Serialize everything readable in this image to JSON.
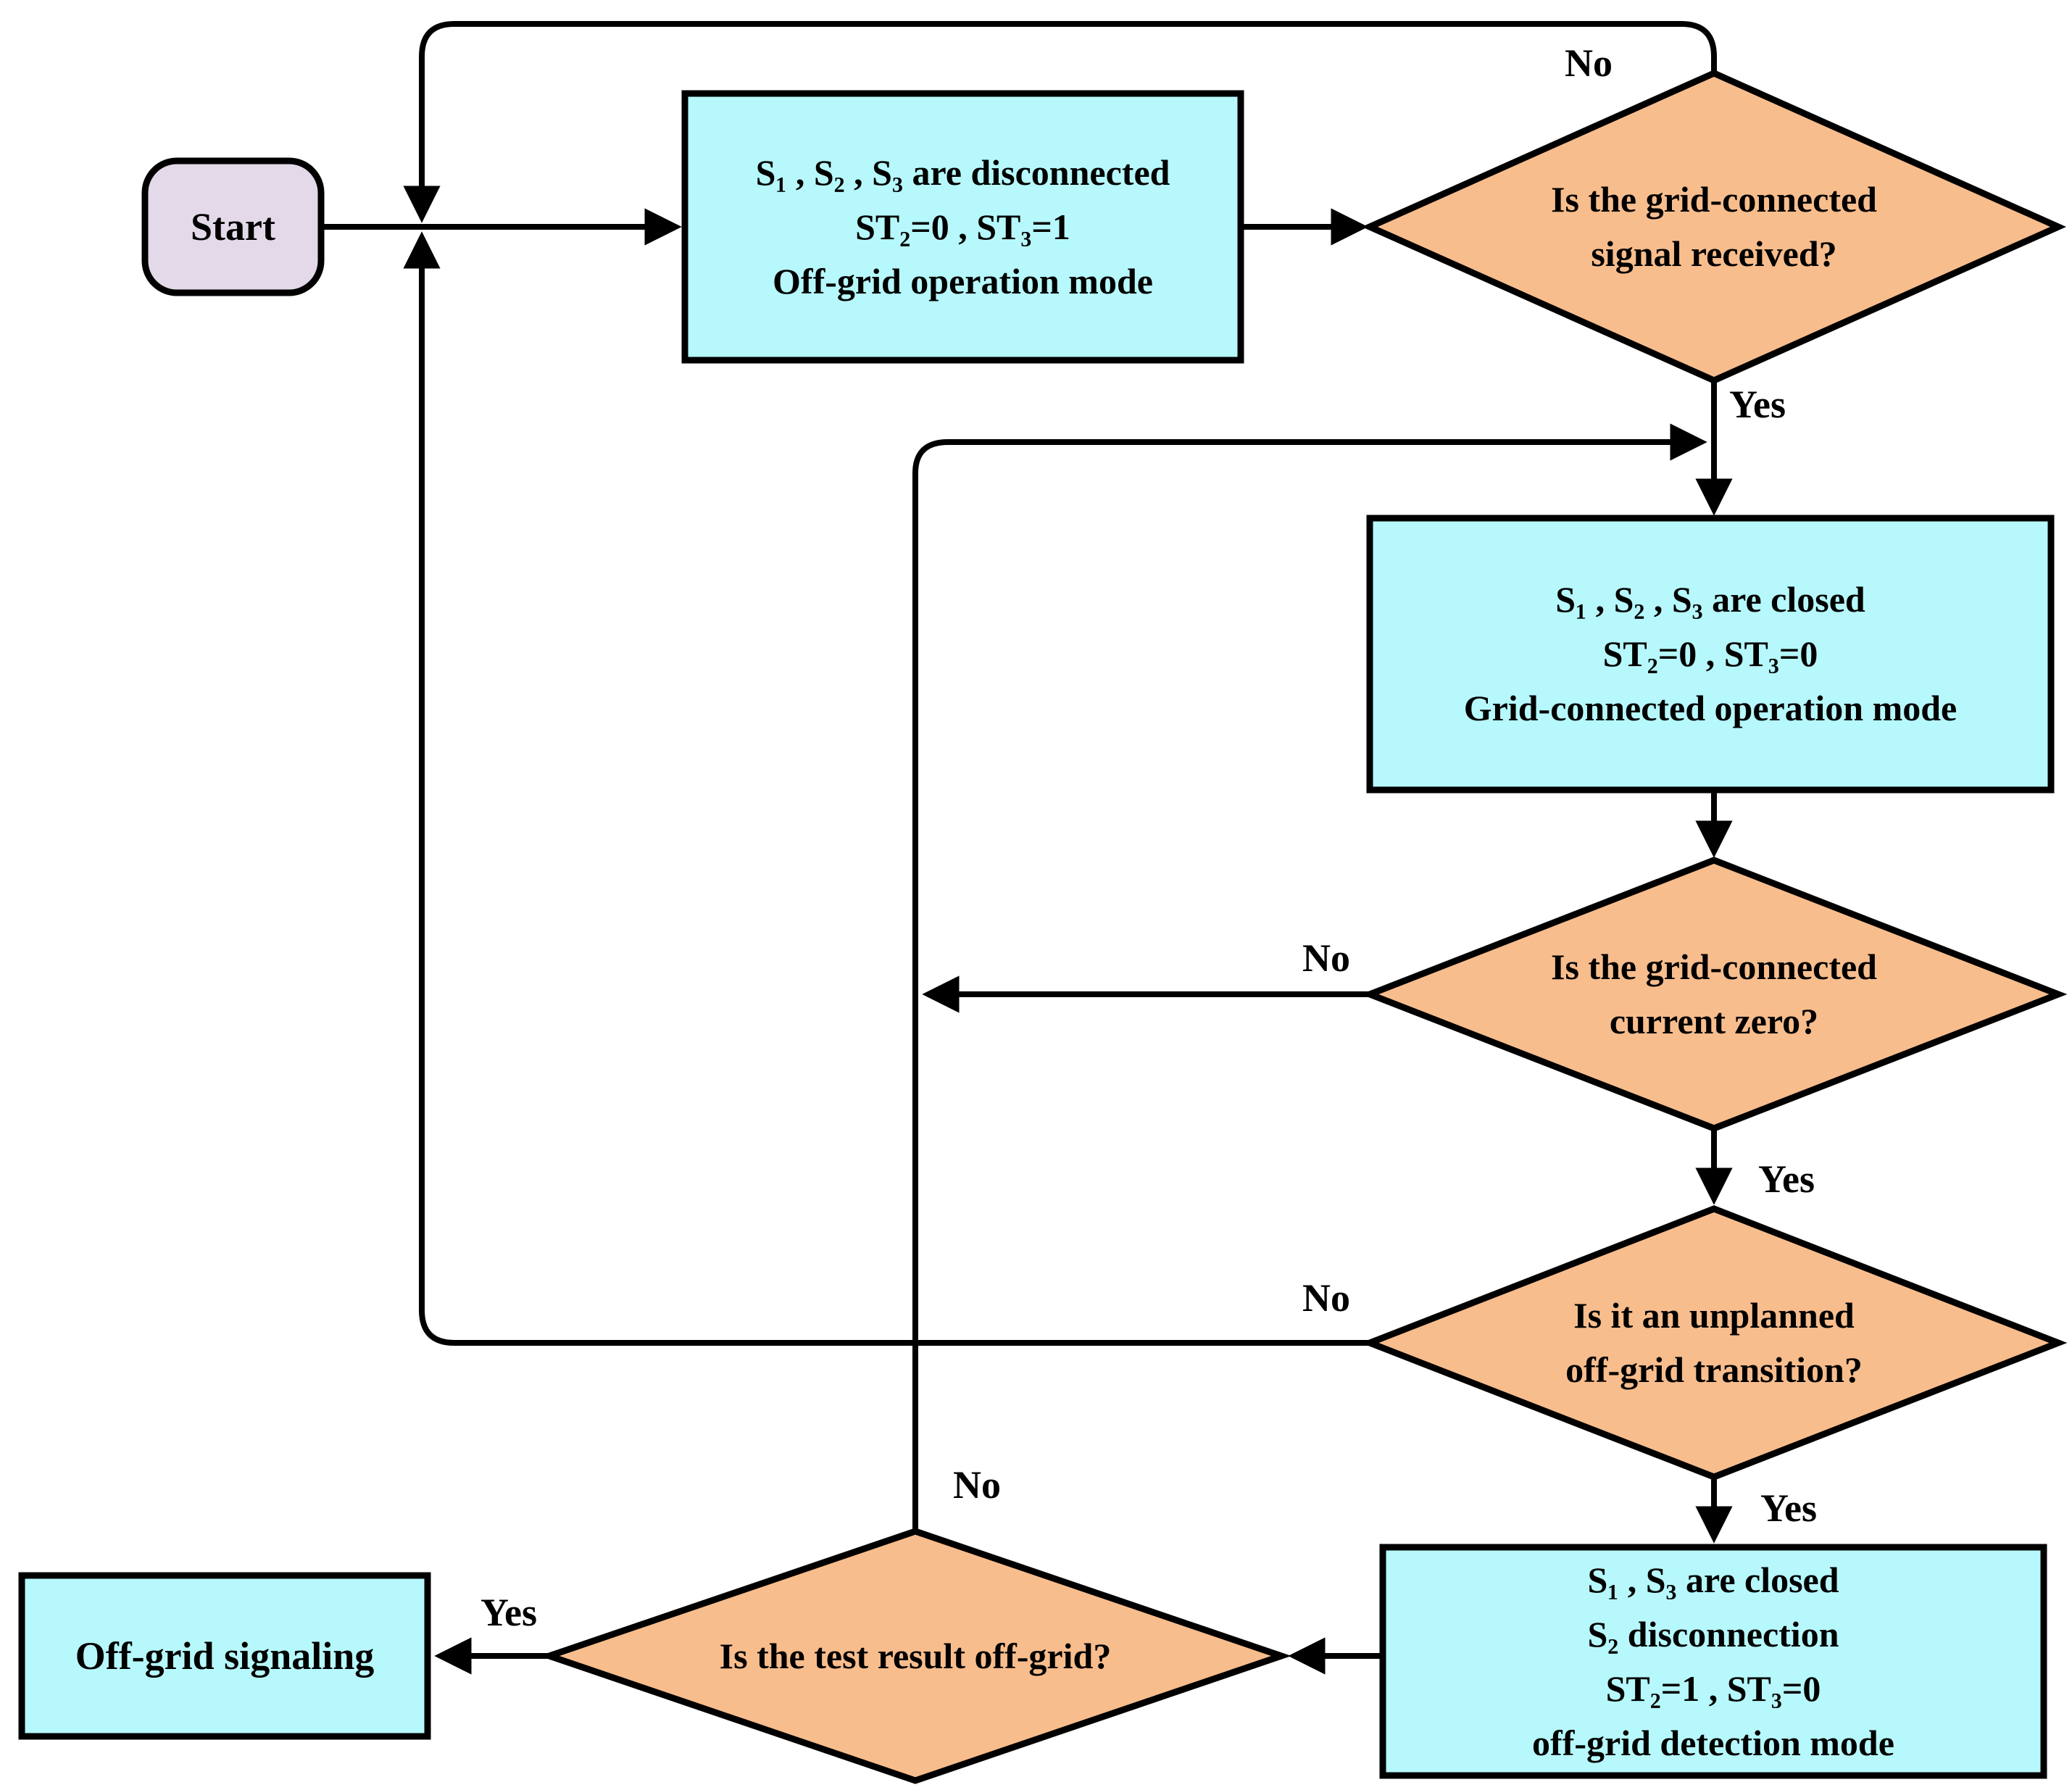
{
  "colors": {
    "process_fill": "#b6f8fb",
    "decision_fill": "#f8bd8d",
    "terminal_fill": "#e3d9e8",
    "line": "#000000"
  },
  "nodes": {
    "start": {
      "label": "Start"
    },
    "offgrid_mode": {
      "lines": [
        "S₁ , S₂ , S₃ are disconnected",
        "ST₂=0 , ST₃=1",
        "Off-grid operation mode"
      ]
    },
    "signal_received": {
      "lines": [
        "Is the grid-connected",
        "signal received?"
      ]
    },
    "grid_mode": {
      "lines": [
        "S₁ , S₂ , S₃ are closed",
        "ST₂=0 , ST₃=0",
        "Grid-connected operation mode"
      ]
    },
    "current_zero": {
      "lines": [
        "Is the grid-connected",
        "current zero?"
      ]
    },
    "unplanned": {
      "lines": [
        "Is it an unplanned",
        "off-grid transition?"
      ]
    },
    "detection_mode": {
      "lines": [
        "S₁ , S₃ are closed",
        "S₂ disconnection",
        "ST₂=1 , ST₃=0",
        "off-grid detection mode"
      ]
    },
    "test_result": {
      "lines": [
        "Is the test result off-grid?"
      ]
    },
    "signaling": {
      "label": "Off-grid signaling"
    }
  },
  "edges": {
    "signal_received_no": "No",
    "signal_received_yes": "Yes",
    "current_zero_no": "No",
    "current_zero_yes": "Yes",
    "unplanned_no": "No",
    "unplanned_yes": "Yes",
    "test_result_no": "No",
    "test_result_yes": "Yes"
  }
}
